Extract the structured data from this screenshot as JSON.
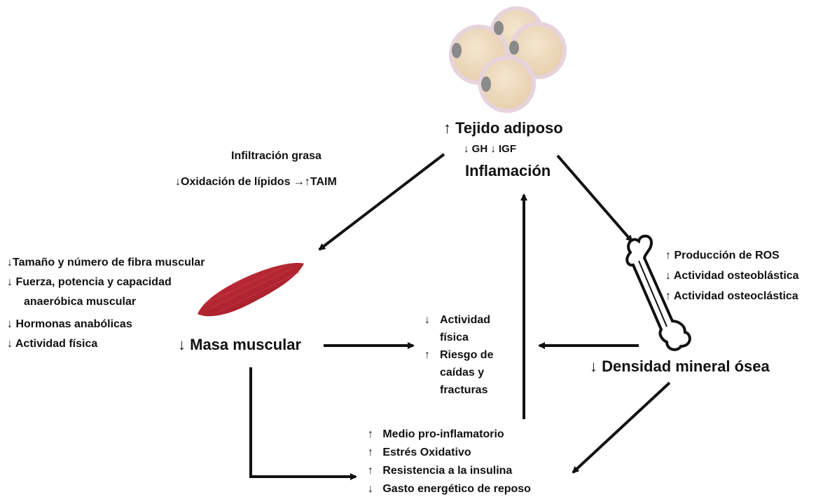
{
  "adipose": {
    "title": "↑ Tejido adiposo",
    "hormones": "↓  GH  ↓  IGF",
    "inflammation": "Inflamación"
  },
  "infiltration": {
    "title": "Infiltración grasa",
    "oxidation": "↓Oxidación de lípidos →↑TAIM"
  },
  "muscle_effects": [
    {
      "arrow": "↓",
      "text": "Tamaño y número de fibra muscular"
    },
    {
      "arrow": "↓",
      "text": "Fuerza, potencia y capacidad"
    },
    {
      "arrow": "",
      "text": "anaeróbica muscular"
    },
    {
      "arrow": "↓",
      "text": "Hormonas anabólicas"
    },
    {
      "arrow": "↓",
      "text": "Actividad física"
    }
  ],
  "muscle_mass": "↓ Masa muscular",
  "bone_effects": [
    "↑ Producción de ROS",
    "↓ Actividad osteoblástica",
    "↑ Actividad osteoclástica"
  ],
  "bone_density": "↓ Densidad mineral ósea",
  "center": {
    "arrows": [
      "↓",
      "",
      "↑",
      "",
      ""
    ],
    "lines": [
      "Actividad",
      "física",
      "Riesgo de",
      "caídas y",
      "fracturas"
    ]
  },
  "bottom": [
    {
      "arrow": "↑",
      "text": "Medio pro-inflamatorio"
    },
    {
      "arrow": "↑",
      "text": "Estrés Oxidativo"
    },
    {
      "arrow": "↑",
      "text": "Resistencia a la insulina"
    },
    {
      "arrow": "↓",
      "text": "Gasto energético de reposo"
    }
  ],
  "colors": {
    "text": "#111111",
    "muscle": "#b5222f",
    "fat_cell": "#e8d4b8",
    "fat_cell_border": "#e2cfd8",
    "nucleus": "#8a8a8a"
  }
}
